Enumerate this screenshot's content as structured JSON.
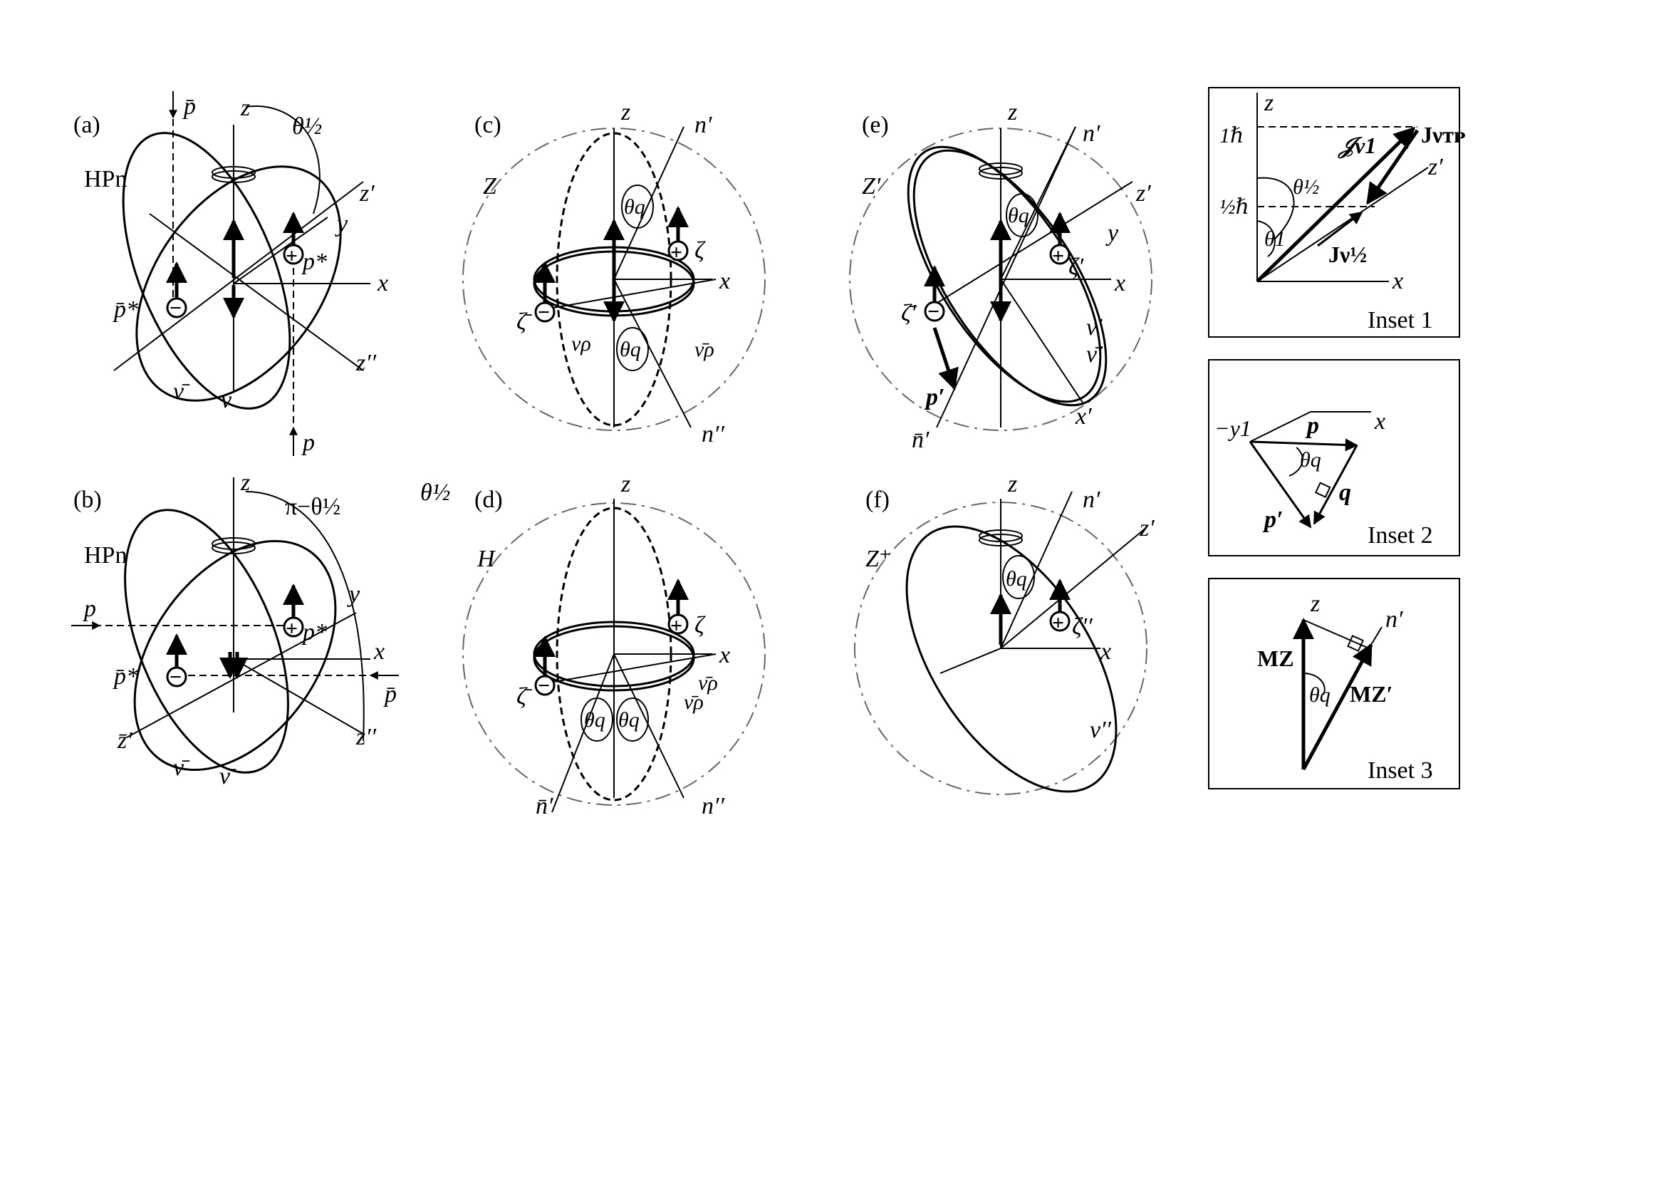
{
  "panels": {
    "a": {
      "tag": "(a)",
      "z": "z",
      "zp": "z′",
      "zpp": "z′′",
      "y": "y",
      "x": "x",
      "pbar": "p̄",
      "p": "p",
      "theta": "θ½",
      "hpn": "HPn",
      "pstar": "p*",
      "pbarstar": "p̄*",
      "nubar": "ν̄",
      "nu": "ν"
    },
    "b": {
      "tag": "(b)",
      "z": "z",
      "y": "y",
      "x": "x",
      "zpp": "z′′",
      "zbarp": "z̄′",
      "theta": "π−θ½",
      "hpn": "HPn",
      "p": "p",
      "pbar": "p̄",
      "pstar": "p*",
      "pbarstar": "p̄*",
      "nubar": "ν̄",
      "nubar2": "ν̄"
    },
    "c": {
      "tag": "(c)",
      "Z": "Z",
      "z": "z",
      "np": "n′",
      "npp": "n′′",
      "x": "x",
      "theta": "θq",
      "theta2": "θq",
      "zeta": "ζ",
      "zetabar": "ζ̄",
      "nurho": "νρ",
      "nurhobar": "ν̄ρ"
    },
    "d": {
      "tag": "(d)",
      "H": "H",
      "z": "z",
      "x": "x",
      "nbarp": "n̄′",
      "npp": "n′′",
      "theta1": "θq",
      "theta2": "θq",
      "zeta": "ζ",
      "zetabar": "ζ̄",
      "nurho": "ν̄ρ",
      "nurho2": "ν̄ρ",
      "thetahalf": "θ½"
    },
    "e": {
      "tag": "(e)",
      "Zp": "Z′",
      "z": "z",
      "np": "n′",
      "zp": "z′",
      "y": "y",
      "x": "x",
      "xp": "x′",
      "theta": "θq",
      "zetap": "ζ′",
      "zetabarp": "ζ̄′",
      "nup": "ν′",
      "nubarp": "ν̄′",
      "pp": "p′",
      "nbarp": "n̄′"
    },
    "f": {
      "tag": "(f)",
      "Zplus": "Z⁺",
      "z": "z",
      "np": "n′",
      "zp": "z′",
      "x": "x",
      "theta": "θq",
      "zetapp": "ζ′′",
      "nupp": "ν′′"
    }
  },
  "insets": {
    "i1": {
      "caption": "Inset 1",
      "z": "z",
      "x": "x",
      "zp": "z′",
      "one_hbar": "1ℏ",
      "half_hbar": "½ℏ",
      "Jtp": "Jνᴛᴘ",
      "Jnu1": "𝒥ν1",
      "Jhalf": "Jν½",
      "theta1": "θ1",
      "thetahalf": "θ½"
    },
    "i2": {
      "caption": "Inset 2",
      "ny": "−y1",
      "x": "x",
      "p": "p",
      "pp": "p′",
      "q": "q",
      "theta": "θq"
    },
    "i3": {
      "caption": "Inset 3",
      "z": "z",
      "np": "n′",
      "MZ": "MZ",
      "MZp": "MZ′",
      "theta": "θq"
    }
  }
}
